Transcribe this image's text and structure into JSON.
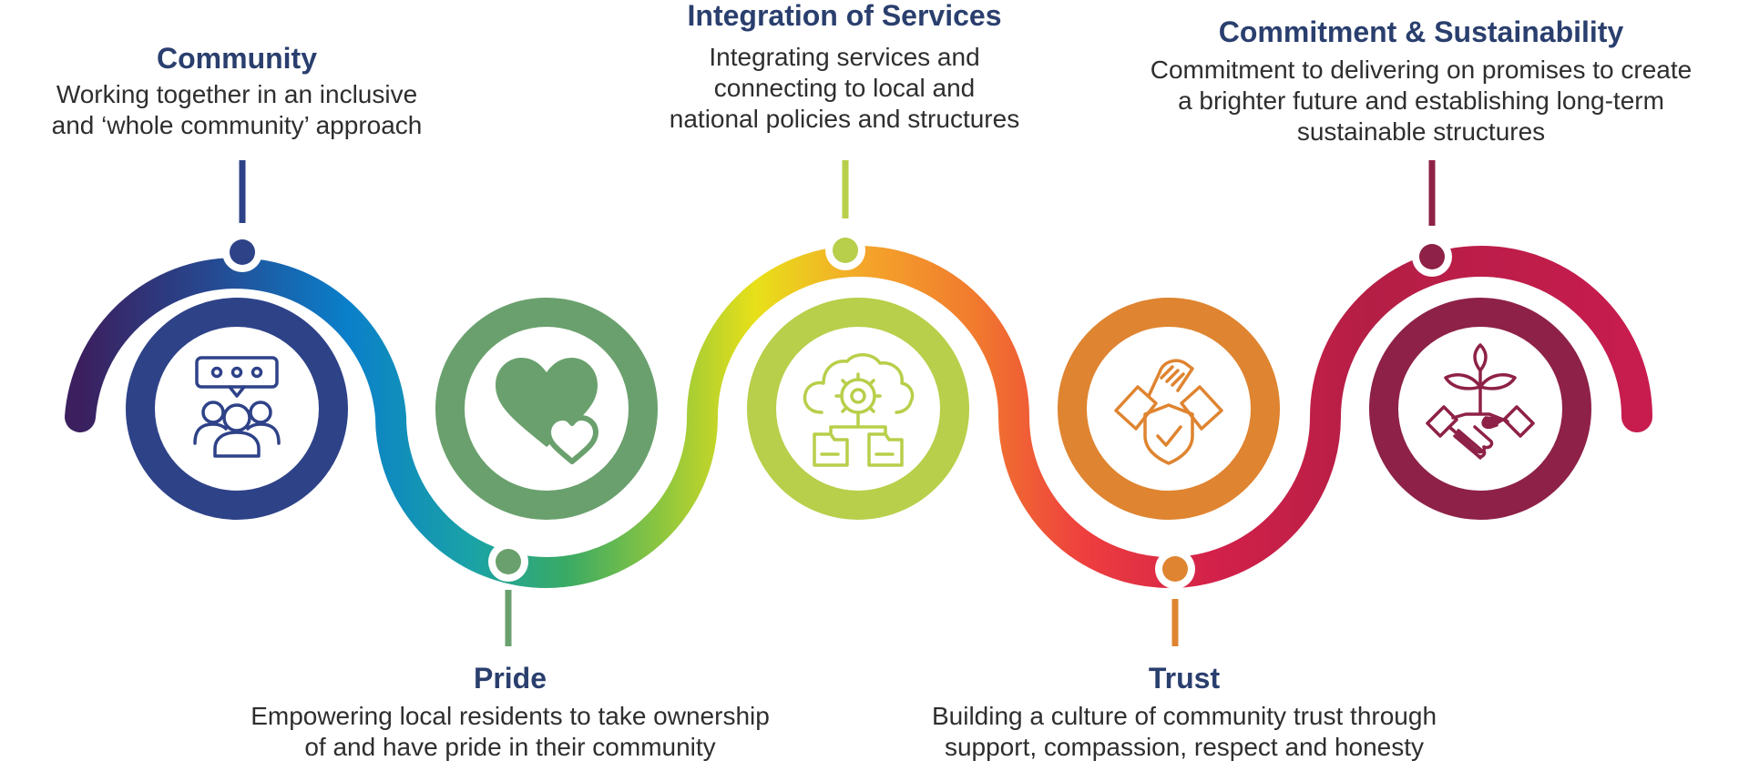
{
  "colors": {
    "title": "#2a3f6e",
    "text": "#2e2e2e",
    "community": "#2e4288",
    "pride": "#6aa06d",
    "integration": "#b7cf4a",
    "trust": "#df8430",
    "commitment": "#8e2147"
  },
  "steps": [
    {
      "key": "community",
      "title": "Community",
      "description": "Working together in an inclusive\nand ‘whole community’ approach",
      "icon": "community-chat-people-icon"
    },
    {
      "key": "pride",
      "title": "Pride",
      "description": "Empowering local residents to take ownership\nof and have pride in their community",
      "icon": "hearts-icon"
    },
    {
      "key": "integration",
      "title": "Integration of Services",
      "description": "Integrating services and\nconnecting to local and\nnational policies and structures",
      "icon": "cloud-gear-folders-icon"
    },
    {
      "key": "trust",
      "title": "Trust",
      "description": "Building a culture of community trust through\nsupport, compassion, respect and honesty",
      "icon": "handshake-shield-icon"
    },
    {
      "key": "commitment",
      "title": "Commitment & Sustainability",
      "description": "Commitment to delivering on promises to create\na brighter future and establishing long-term\nsustainable structures",
      "icon": "handshake-sprout-icon"
    }
  ]
}
